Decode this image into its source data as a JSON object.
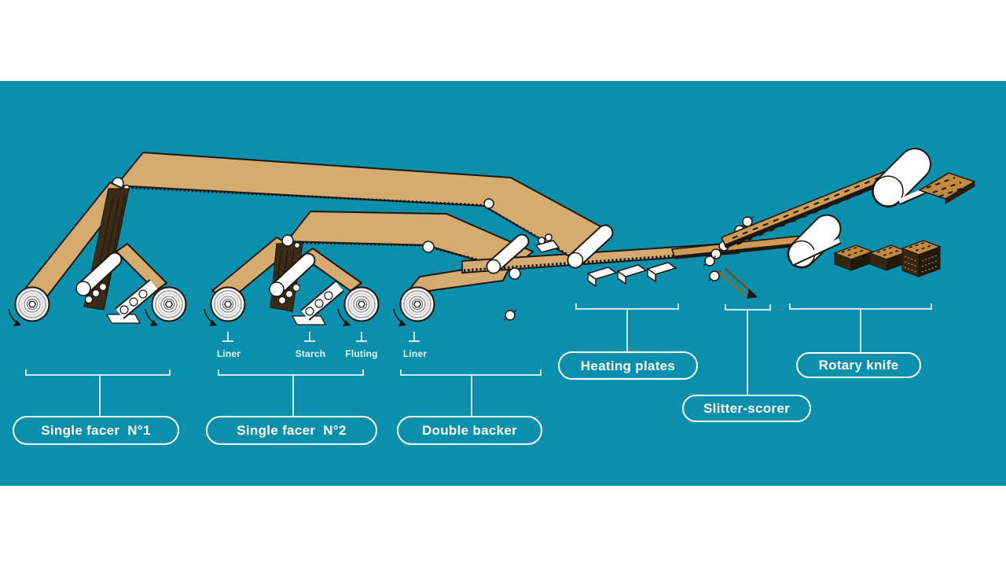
{
  "background": {
    "page": "#ffffff",
    "canvas": "#0a8fac"
  },
  "palette": {
    "cardboard": "#d5ab70",
    "board": "#cf9a52",
    "panel": "#c28a3e",
    "dark_web": "#3b2c17",
    "outline": "#1c1710",
    "guide": "#cfe8ef",
    "stack_front": "#38270f",
    "stack_side": "#241807"
  },
  "labels": {
    "single_facer_1": "Single facer  N°1",
    "single_facer_2": "Single facer  N°2",
    "double_backer": "Double backer",
    "heating_plates": "Heating plates",
    "slitter_scorer": "Slitter-scorer",
    "rotary_knife": "Rotary knife"
  },
  "materials": {
    "liner_1": "Liner",
    "starch": "Starch",
    "fluting": "Fluting",
    "liner_2": "Liner"
  }
}
